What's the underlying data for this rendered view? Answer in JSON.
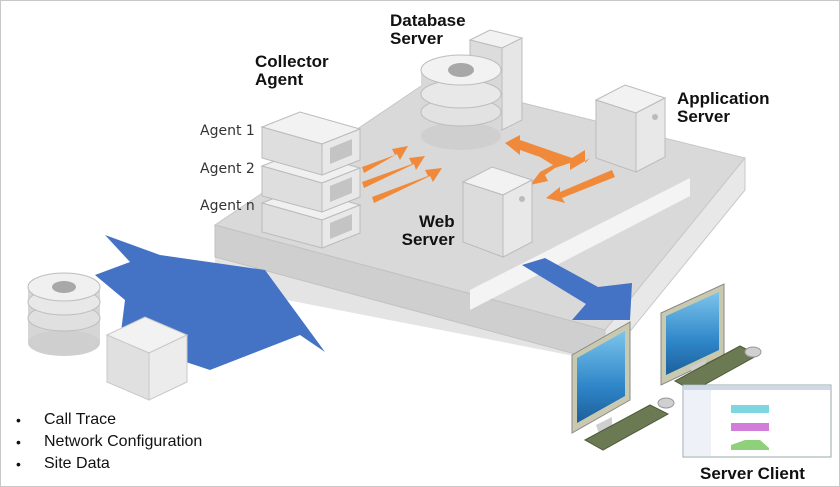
{
  "title": "Collector Agent architecture diagram",
  "labels": {
    "collector_agent": [
      "Collector",
      "Agent"
    ],
    "database_server": [
      "Database",
      "Server"
    ],
    "application_server": [
      "Application",
      "Server"
    ],
    "web_server": [
      "Web",
      "Server"
    ],
    "server_client": "Server Client"
  },
  "agents": [
    "Agent 1",
    "Agent 2",
    "Agent n"
  ],
  "data_sources": [
    "Call Trace",
    "Network Configuration",
    "Site Data"
  ],
  "colors": {
    "flow_arrow_orange": "#f08a3a",
    "data_arrow_blue": "#4472c4",
    "platform_gray": "#d9d9d9",
    "device_gray": "#e6e6e6",
    "screen_blue": "#2e86c8"
  }
}
